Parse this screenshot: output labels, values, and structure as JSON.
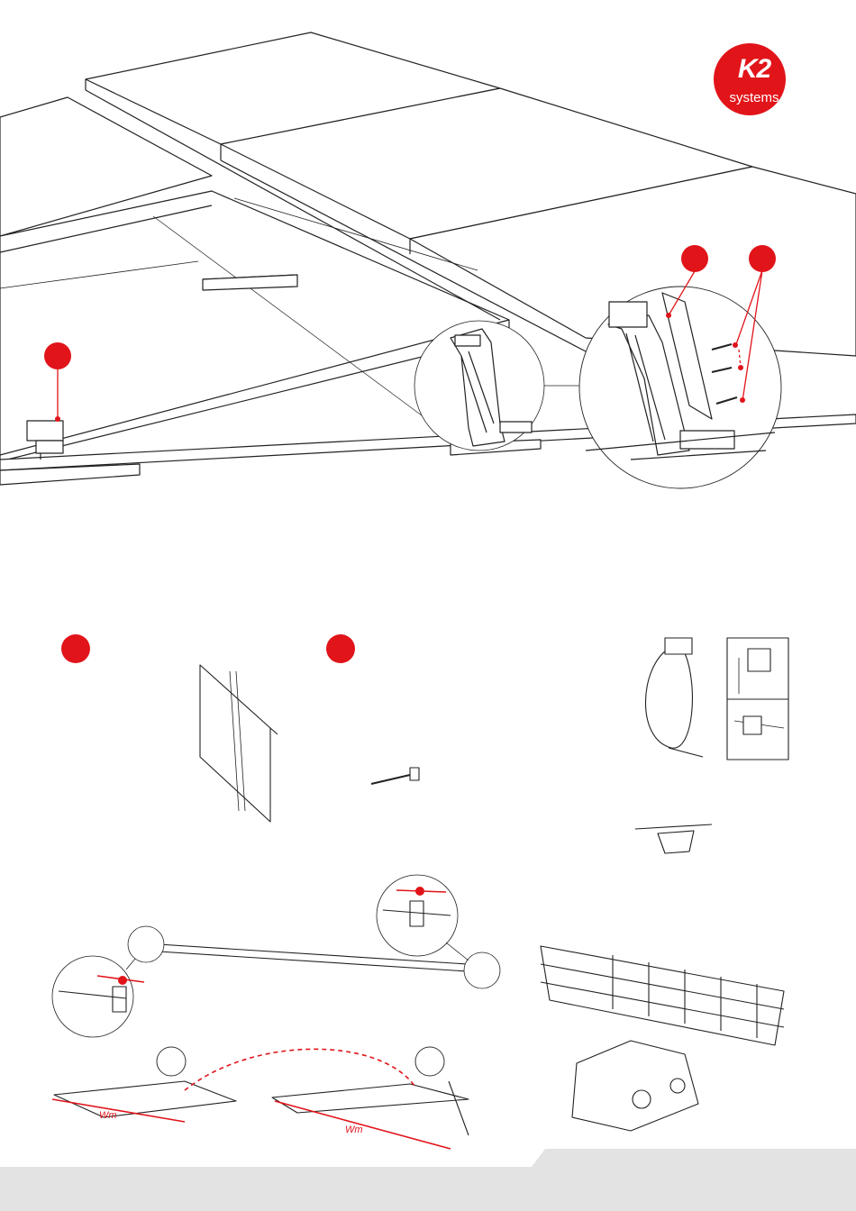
{
  "brand": {
    "logo_text": "K2",
    "logo_subtext": "systems",
    "accent_color": "#e1141a",
    "footer_color": "#e3e3e3"
  },
  "labels": {
    "width_label_left": "Wm",
    "width_label_right": "Wm"
  },
  "icons": {
    "callouts": [
      "red-marker-icon",
      "red-marker-icon",
      "red-marker-icon",
      "red-marker-icon",
      "red-marker-icon"
    ],
    "outline_markers": [
      "circle-outline-icon",
      "circle-outline-icon"
    ]
  }
}
